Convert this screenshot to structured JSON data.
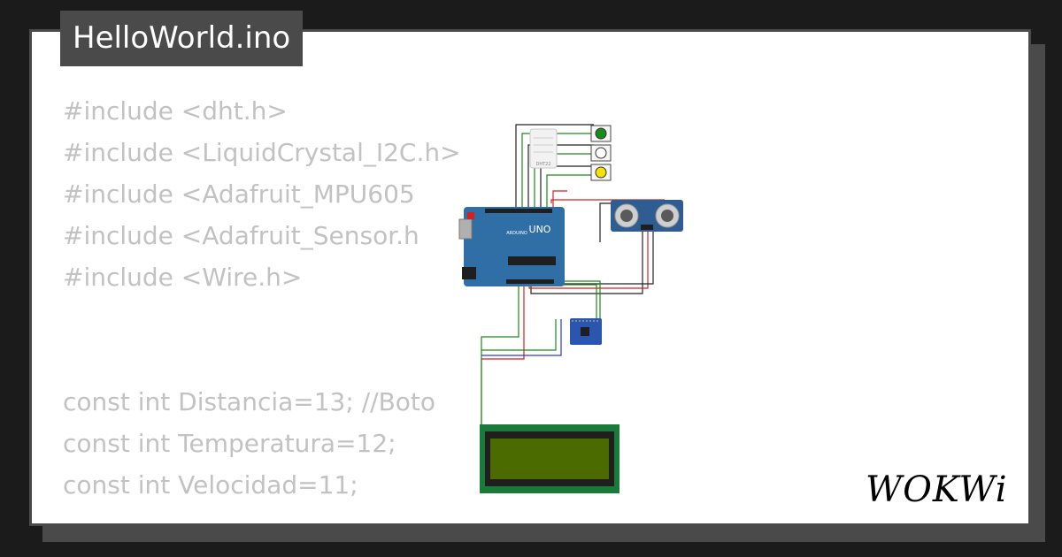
{
  "project": {
    "title": "HelloWorld.ino"
  },
  "code": {
    "lines": [
      "#include <dht.h>",
      "#include <LiquidCrystal_I2C.h>",
      "#include <Adafruit_MPU605",
      "#include <Adafruit_Sensor.h",
      "#include <Wire.h>",
      "",
      "",
      "const int Distancia=13; //Boto",
      "const int Temperatura=12;",
      "const int Velocidad=11;"
    ]
  },
  "diagram": {
    "board_label": "UNO",
    "board_brand": "ARDUINO",
    "sensor_label": "DHT22",
    "button_colors": [
      "#1a8a1a",
      "#ffffff",
      "#f2e400"
    ]
  },
  "brand": {
    "logo": "WOKWi"
  },
  "colors": {
    "background": "#1b1b1b",
    "card": "#ffffff",
    "frame": "#4a4a4a",
    "code_text": "#c2c2c2",
    "board": "#2f6fa5",
    "lcd_frame": "#1a7a3a",
    "lcd_screen": "#4b6b00",
    "wire_red": "#d42020",
    "wire_green": "#1c8a1c",
    "wire_black": "#222222",
    "wire_blue": "#2a3ad8"
  }
}
